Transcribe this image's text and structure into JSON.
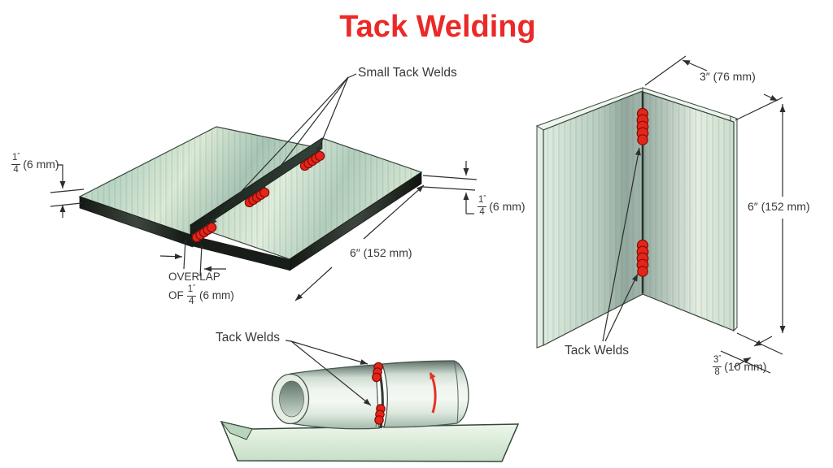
{
  "title": "Tack Welding",
  "colors": {
    "title_red": "#ea2a28",
    "weld_red": "#e52519",
    "weld_outline": "#7e0d0a",
    "plate_green_light": "#dcead9",
    "plate_green_mid": "#a9c6b6",
    "edge_dark": "#20261f",
    "line_dark": "#2c2f2c",
    "rotation_arrow_red": "#e23326"
  },
  "lap_joint": {
    "label": "Small Tack Welds",
    "thickness_left": {
      "num": "1",
      "mark": "″",
      "den": "4",
      "metric": "(6 mm)"
    },
    "thickness_right": {
      "num": "1",
      "mark": "″",
      "den": "4",
      "metric": "(6 mm)"
    },
    "length": "6″ (152 mm)",
    "overlap_word": "OVERLAP",
    "overlap_of": "OF",
    "overlap_frac": {
      "num": "1",
      "mark": "″",
      "den": "4",
      "metric": "(6 mm)"
    }
  },
  "corner_joint": {
    "label": "Tack Welds",
    "width": "3″ (76 mm)",
    "height": "6″ (152 mm)",
    "thickness": {
      "num": "3",
      "mark": "″",
      "den": "8",
      "metric": "(10 mm)"
    }
  },
  "pipe_joint": {
    "label": "Tack Welds"
  }
}
